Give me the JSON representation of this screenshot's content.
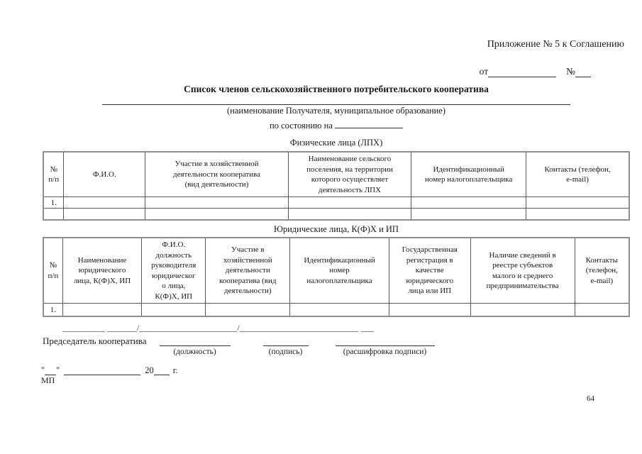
{
  "page": {
    "appendix_line": "Приложение № 5 к Соглашению",
    "from_label": "от",
    "number_label": "№",
    "title": "Список членов сельскохозяйственного потребительского кооператива",
    "recipient_caption": "(наименование Получателя, муниципальное образование)",
    "as_of_label": "по состоянию на",
    "page_number": "64"
  },
  "sections": {
    "individuals_heading": "Физические лица (ЛПХ)",
    "legal_heading": "Юридические лица, К(Ф)Х и ИП"
  },
  "individuals_table": {
    "headers": [
      "№\nп/п",
      "Ф.И.О.",
      "Участие в хозяйственной\nдеятельности кооператива\n(вид деятельности)",
      "Наименование сельского\nпоселения, на территории\nкоторого осуществляет\nдеятельность ЛПХ",
      "Идентификационный\nномер налогоплательщика",
      "Контакты (телефон,\ne-mail)"
    ],
    "rows": [
      [
        "1.",
        "",
        "",
        "",
        "",
        ""
      ],
      [
        "",
        "",
        "",
        "",
        "",
        ""
      ]
    ]
  },
  "legal_table": {
    "headers": [
      "№\nп/п",
      "Наименование\nюридического\nлица, К(Ф)Х, ИП",
      "Ф.И.О.\nдолжность\nруководителя\nюридическог\nо лица,\nК(Ф)Х, ИП",
      "Участие в\nхозяйственной\nдеятельности\nкооператива (вид\nдеятельности)",
      "Идентификационный\nномер\nналогоплательщика",
      "Государственная\nрегистрация в\nкачестве\nюридического\nлица или ИП",
      "Наличие сведений в\nреестре субъектов\nмалого и среднего\nпредпринимательства",
      "Контакты\n(телефон,\ne-mail)"
    ],
    "rows": [
      [
        "1.",
        "",
        "",
        "",
        "",
        "",
        "",
        ""
      ]
    ]
  },
  "signature": {
    "slash_line": "__________ _______/_______________________/____________________________ ___",
    "chairman_label": "Председатель кооператива",
    "position_caption": "(должность)",
    "sign_caption": "(подпись)",
    "transcript_caption": "(расшифровка подписи)"
  },
  "date_block": {
    "quote_open": "\"",
    "quote_close": "\"",
    "year_prefix": "20",
    "year_suffix": "г.",
    "stamp_label": "МП"
  }
}
